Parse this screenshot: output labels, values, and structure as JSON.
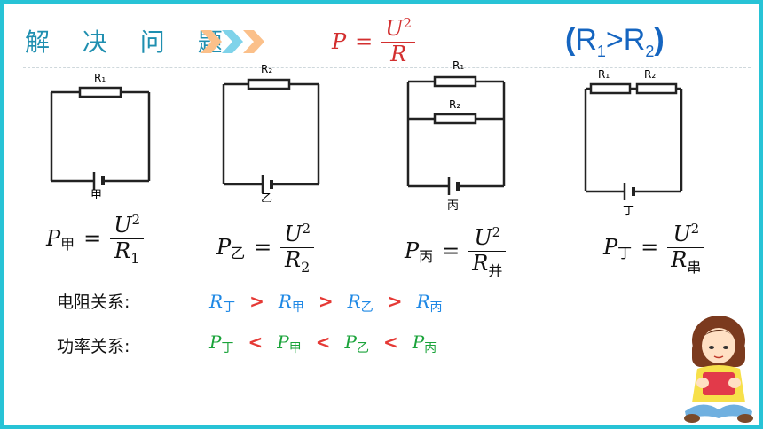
{
  "title": "解 决 问 题",
  "top_formula": {
    "lhs": "P",
    "num_base": "U",
    "num_exp": "2",
    "den": "R"
  },
  "condition": {
    "open": "(",
    "r1": "R",
    "r1_sub": "1",
    "gt": ">",
    "r2": "R",
    "r2_sub": "2",
    "close": ")"
  },
  "circuits": [
    {
      "resistors": [
        "R₁"
      ],
      "label": "甲"
    },
    {
      "resistors": [
        "R₂"
      ],
      "label": "乙"
    },
    {
      "resistors": [
        "R₁",
        "R₂"
      ],
      "label": "丙"
    },
    {
      "resistors": [
        "R₁",
        "R₂"
      ],
      "label": "丁"
    }
  ],
  "formulas": [
    {
      "p": "P",
      "sub": "甲",
      "num_base": "U",
      "num_exp": "2",
      "den": "R",
      "den_sub": "1"
    },
    {
      "p": "P",
      "sub": "乙",
      "num_base": "U",
      "num_exp": "2",
      "den": "R",
      "den_sub": "2"
    },
    {
      "p": "P",
      "sub": "丙",
      "num_base": "U",
      "num_exp": "2",
      "den": "R",
      "den_sub": "并"
    },
    {
      "p": "P",
      "sub": "丁",
      "num_base": "U",
      "num_exp": "2",
      "den": "R",
      "den_sub": "串"
    }
  ],
  "resistance": {
    "label": "电阻关系:",
    "color": "#1e88e5",
    "items": [
      {
        "sym": "R",
        "sub": "丁"
      },
      {
        "sym": "R",
        "sub": "甲"
      },
      {
        "sym": "R",
        "sub": "乙"
      },
      {
        "sym": "R",
        "sub": "丙"
      }
    ],
    "op": ">"
  },
  "power": {
    "label": "功率关系:",
    "color": "#1aa33a",
    "items": [
      {
        "sym": "P",
        "sub": "丁"
      },
      {
        "sym": "P",
        "sub": "甲"
      },
      {
        "sym": "P",
        "sub": "乙"
      },
      {
        "sym": "P",
        "sub": "丙"
      }
    ],
    "op": "<"
  },
  "colors": {
    "border": "#27c3d6",
    "title": "#1f8fb0",
    "condition": "#1565c0",
    "formula_red": "#d32f2f",
    "operator": "#e53935"
  }
}
